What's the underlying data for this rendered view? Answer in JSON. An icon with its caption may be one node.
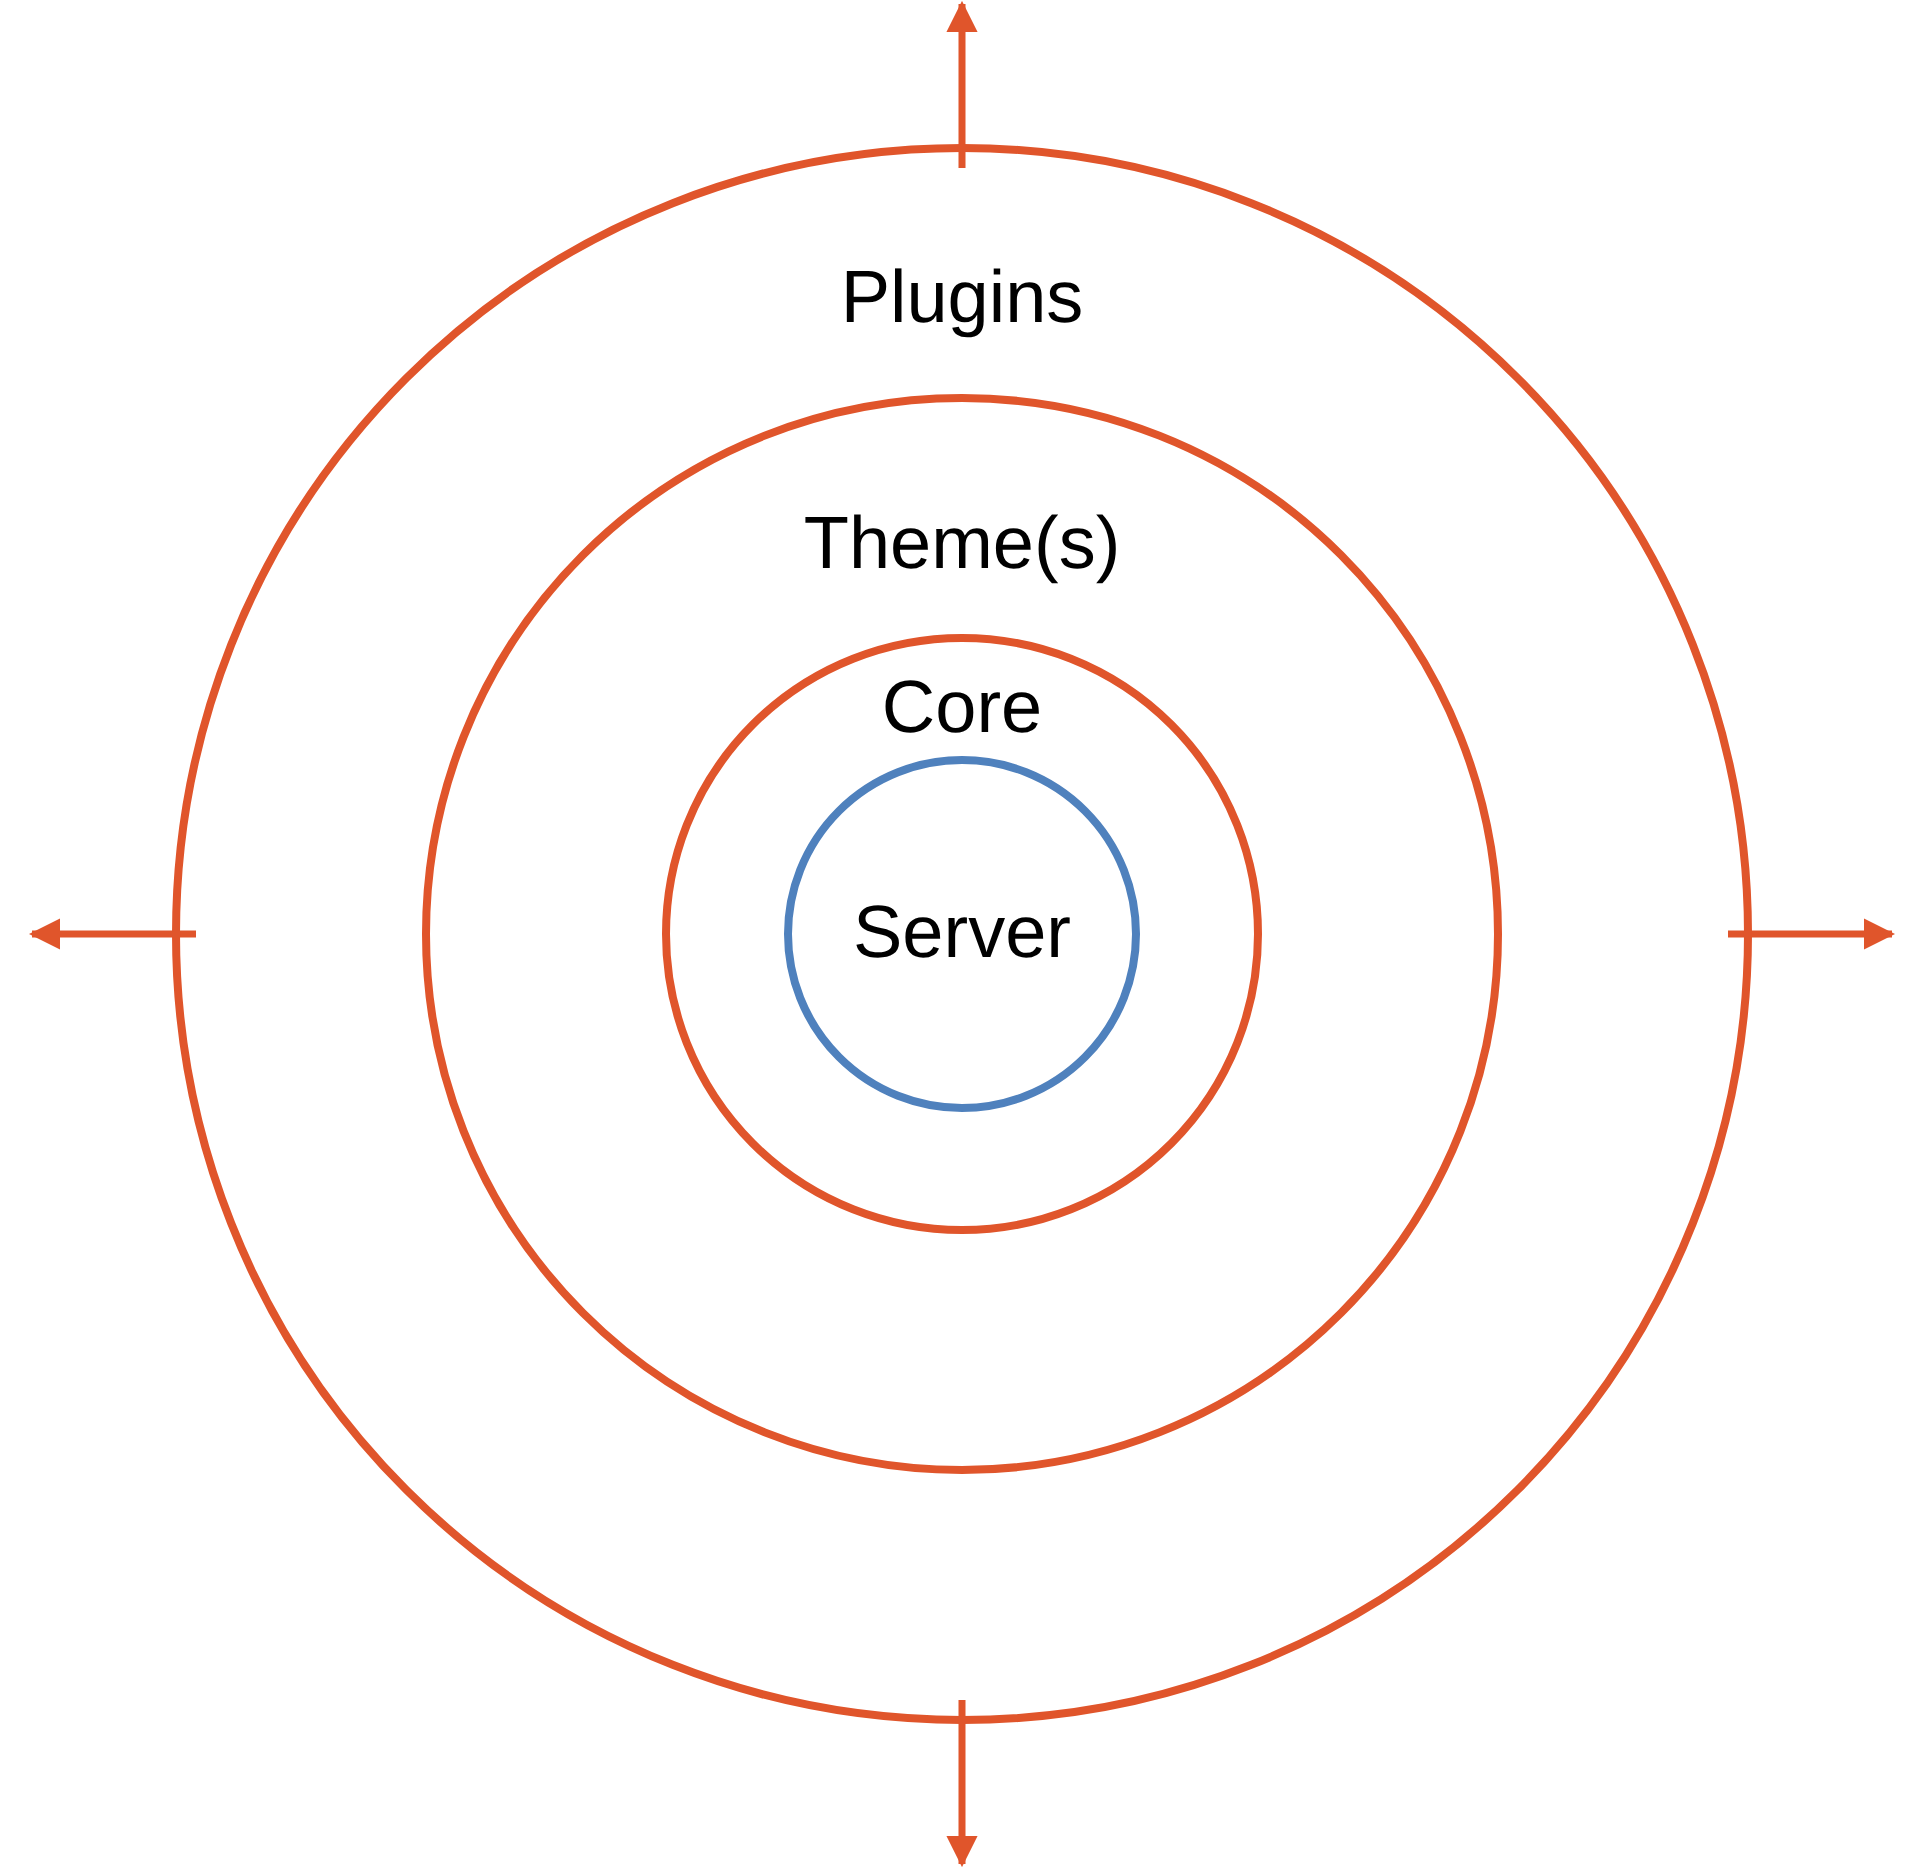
{
  "diagram": {
    "nodes": [
      {
        "text": [
          "Plugins"
        ]
      },
      {
        "text": [
          "Theme(s)"
        ],
        "in": 0
      },
      {
        "text": [
          "Core"
        ],
        "in": 1
      },
      {
        "text": [
          "Server"
        ],
        "in": 2
      }
    ]
  }
}
